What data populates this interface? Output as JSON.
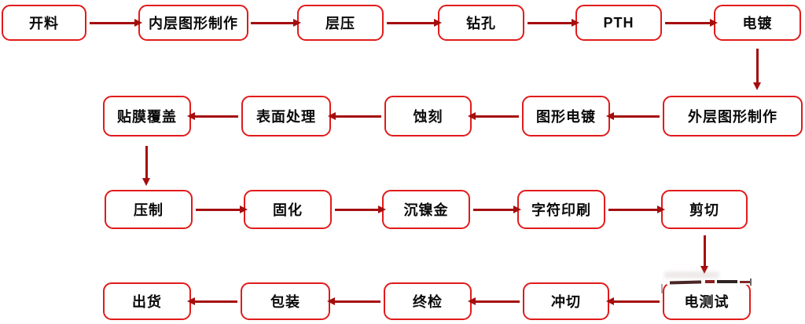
{
  "flowchart": {
    "rows": [
      {
        "flow_direction": "left-to-right",
        "boxes": [
          {
            "label": "开料"
          },
          {
            "label": "内层图形制作"
          },
          {
            "label": "层压"
          },
          {
            "label": "钻孔"
          },
          {
            "label": "PTH"
          },
          {
            "label": "电镀"
          }
        ]
      },
      {
        "flow_direction": "right-to-left",
        "boxes": [
          {
            "label": "贴膜覆盖"
          },
          {
            "label": "表面处理"
          },
          {
            "label": "蚀刻"
          },
          {
            "label": "图形电镀"
          },
          {
            "label": "外层图形制作"
          }
        ]
      },
      {
        "flow_direction": "left-to-right",
        "boxes": [
          {
            "label": "压制"
          },
          {
            "label": "固化"
          },
          {
            "label": "沉镍金"
          },
          {
            "label": "字符印刷"
          },
          {
            "label": "剪切"
          }
        ]
      },
      {
        "flow_direction": "right-to-left",
        "boxes": [
          {
            "label": "出货"
          },
          {
            "label": "包装"
          },
          {
            "label": "终检"
          },
          {
            "label": "冲切"
          },
          {
            "label": "电测试"
          }
        ]
      }
    ],
    "sequence": [
      "开料",
      "内层图形制作",
      "层压",
      "钻孔",
      "PTH",
      "电镀",
      "外层图形制作",
      "图形电镀",
      "蚀刻",
      "表面处理",
      "贴膜覆盖",
      "压制",
      "固化",
      "沉镍金",
      "字符印刷",
      "剪切",
      "电测试",
      "冲切",
      "终检",
      "包装",
      "出货"
    ],
    "row_connectors": [
      {
        "from": "电镀",
        "to": "外层图形制作"
      },
      {
        "from": "贴膜覆盖",
        "to": "压制"
      },
      {
        "from": "剪切",
        "to": "电测试"
      }
    ]
  },
  "colors": {
    "box_border": "#e11b1b",
    "box_background": "#ffffff",
    "label_text": "#0a0a0a",
    "arrow": "#a50d0d",
    "canvas_background": "#ffffff"
  }
}
